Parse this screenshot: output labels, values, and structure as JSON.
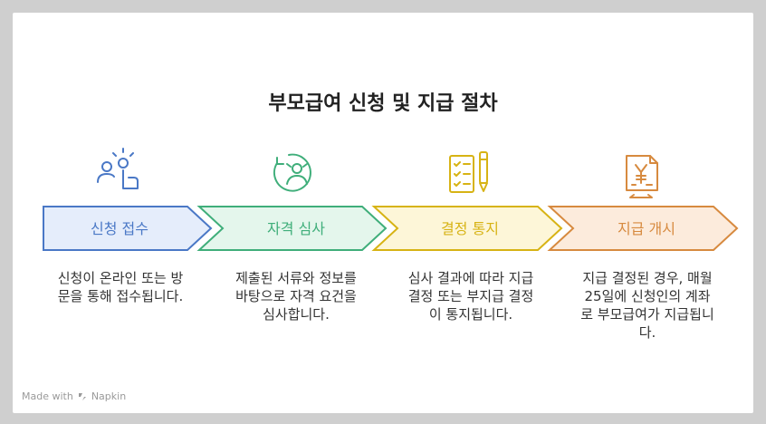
{
  "title": "부모급여 신청 및 지급 절차",
  "steps": [
    {
      "label": "신청 접수",
      "icon": "person-pointing-icon",
      "color": "#4a78c6",
      "fill": "#e5edfb",
      "description": "신청이 온라인 또는 방문을 통해 접수됩니다."
    },
    {
      "label": "자격 심사",
      "icon": "reviewer-icon",
      "color": "#3fae7a",
      "fill": "#e4f6ec",
      "description": "제출된 서류와 정보를 바탕으로 자격 요건을 심사합니다."
    },
    {
      "label": "결정 통지",
      "icon": "checklist-pen-icon",
      "color": "#d7b314",
      "fill": "#fdf6d8",
      "description": "심사 결과에 따라 지급 결정 또는 부지급 결정이 통지됩니다."
    },
    {
      "label": "지급 개시",
      "icon": "yen-document-icon",
      "color": "#d78a3f",
      "fill": "#fcebdc",
      "description": "지급 결정된 경우, 매월 25일에 신청인의 계좌로 부모급여가 지급됩니다."
    }
  ],
  "footer": {
    "made_with": "Made with",
    "brand": "Napkin"
  }
}
